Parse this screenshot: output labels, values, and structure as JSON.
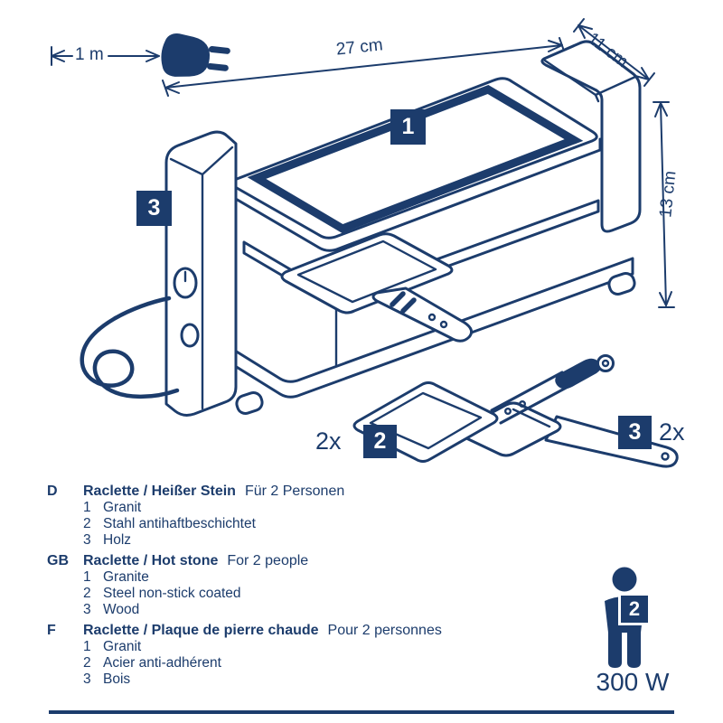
{
  "colors": {
    "navy": "#1c3c6c",
    "background": "#ffffff"
  },
  "icons": {
    "plug": "power-plug-icon",
    "person": "person-icon"
  },
  "cord": {
    "length_label": "1 m"
  },
  "dimensions": {
    "width": "27 cm",
    "depth": "11 cm",
    "height": "13 cm"
  },
  "callouts": {
    "stone_badge": "1",
    "side_badge": "3",
    "pan_count": "2x",
    "pan_badge": "2",
    "spatula_badge": "3",
    "spatula_count": "2x"
  },
  "descriptions": [
    {
      "lang": "D",
      "title": "Raclette / Heißer Stein",
      "subtitle": "Für 2 Personen",
      "items": [
        {
          "num": "1",
          "text": "Granit"
        },
        {
          "num": "2",
          "text": "Stahl antihaftbeschichtet"
        },
        {
          "num": "3",
          "text": "Holz"
        }
      ]
    },
    {
      "lang": "GB",
      "title": "Raclette / Hot stone",
      "subtitle": "For 2 people",
      "items": [
        {
          "num": "1",
          "text": "Granite"
        },
        {
          "num": "2",
          "text": "Steel non-stick coated"
        },
        {
          "num": "3",
          "text": "Wood"
        }
      ]
    },
    {
      "lang": "F",
      "title": "Raclette / Plaque de pierre chaude",
      "subtitle": "Pour 2 personnes",
      "items": [
        {
          "num": "1",
          "text": "Granit"
        },
        {
          "num": "2",
          "text": "Acier anti-adhérent"
        },
        {
          "num": "3",
          "text": "Bois"
        }
      ]
    }
  ],
  "capacity": {
    "persons": "2"
  },
  "power": {
    "label": "300 W"
  }
}
